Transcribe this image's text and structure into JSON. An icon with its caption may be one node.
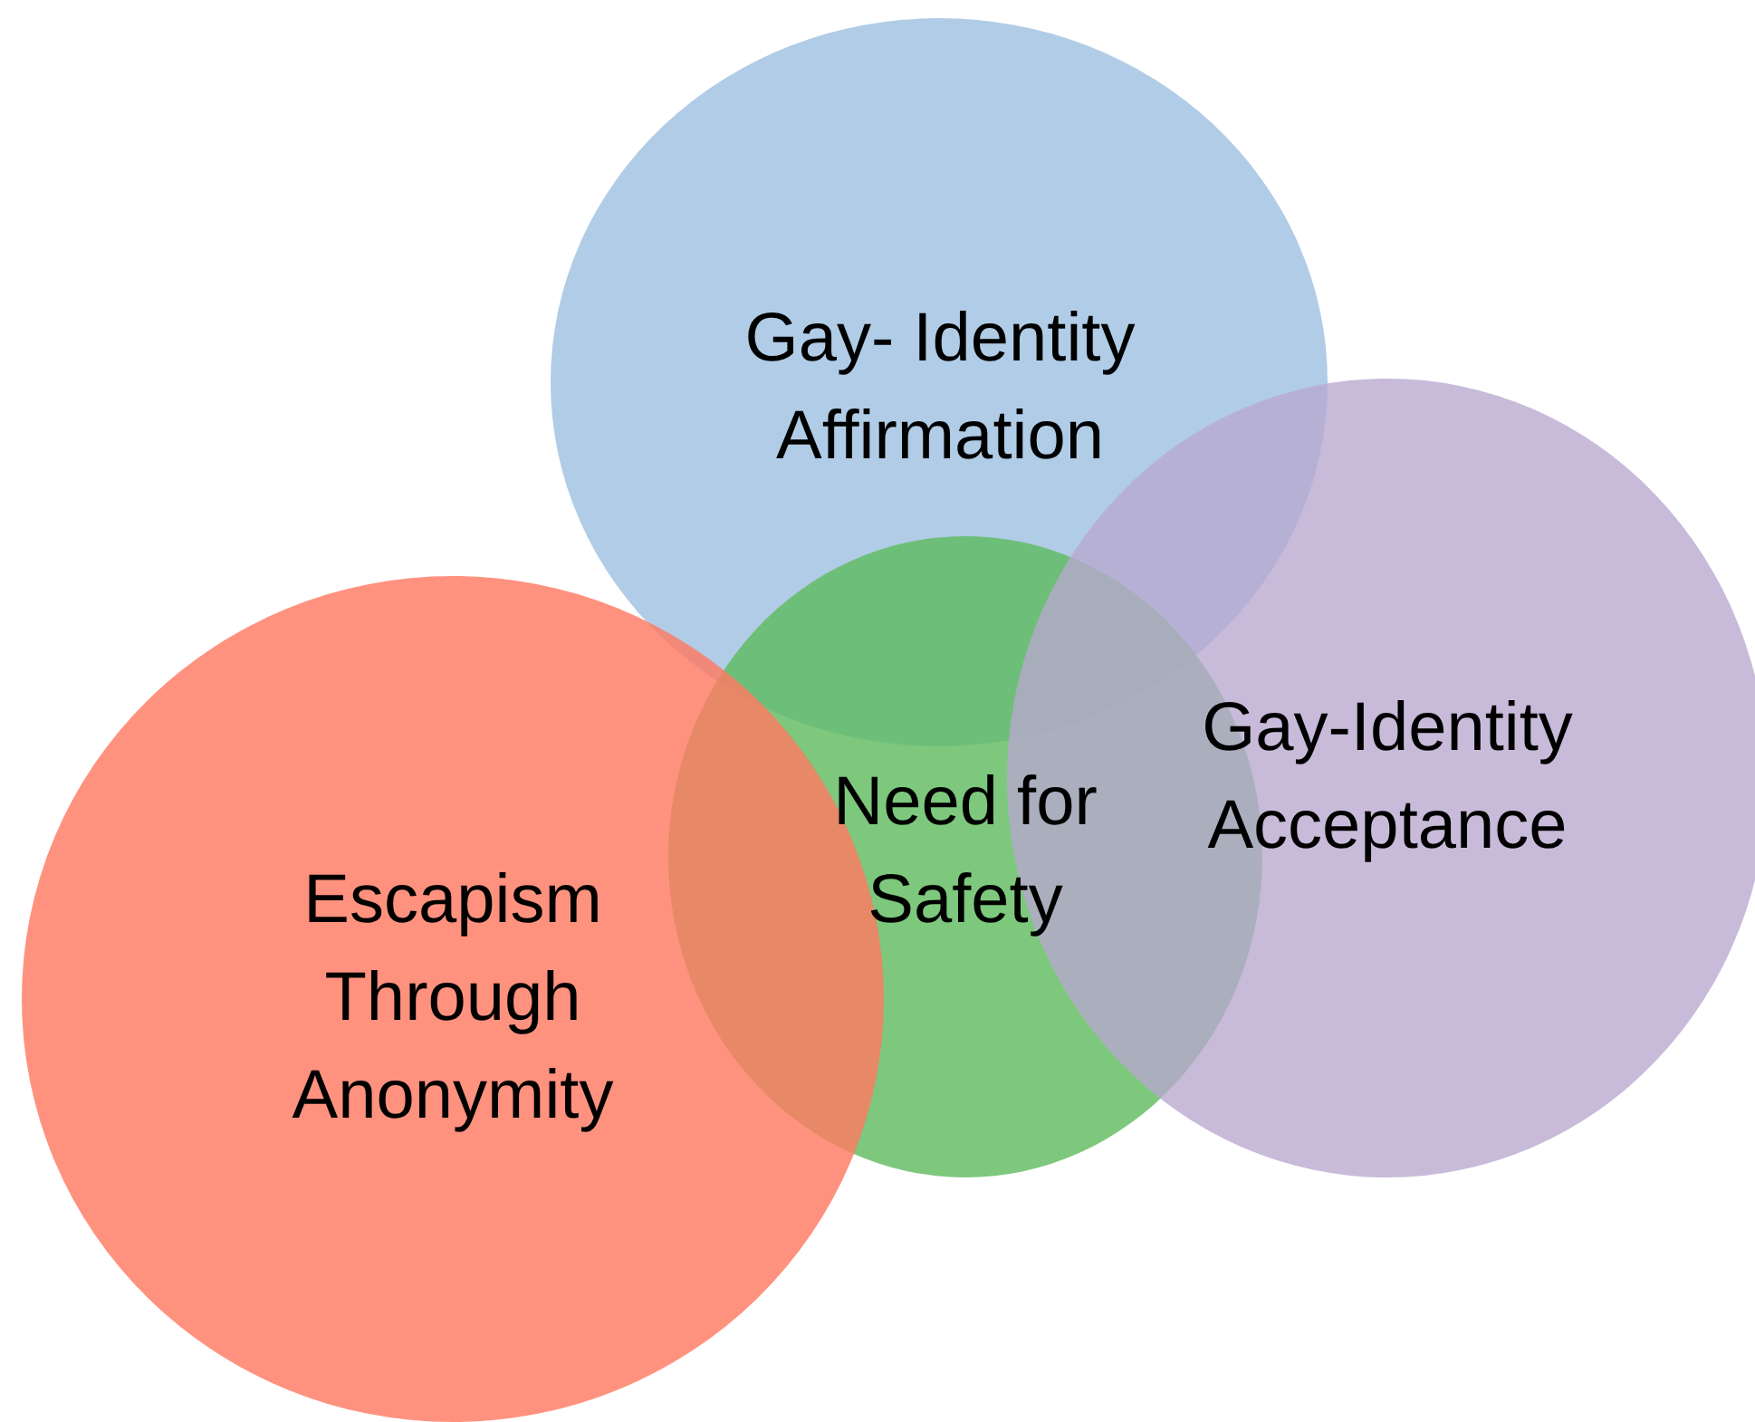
{
  "diagram": {
    "nodes": [
      {
        "text": [
          "Gay- Identity Affirmation"
        ]
      },
      {
        "text": [
          "Gay-Identity Acceptance"
        ]
      },
      {
        "text": [
          "Need for Safety"
        ]
      },
      {
        "text": [
          "Escapism Through Anonymity"
        ]
      }
    ]
  }
}
